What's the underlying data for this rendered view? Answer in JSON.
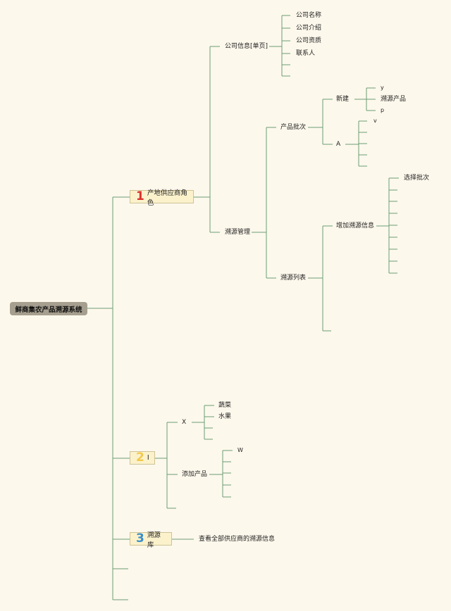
{
  "root": "鲜商集农产品溯源系统",
  "branches": [
    {
      "number": "1",
      "number_color": "#d9322f",
      "label": "产地供应商角色",
      "children": {
        "company_info": {
          "label": "公司信息[单页]",
          "items": [
            "公司名称",
            "公司介绍",
            "公司资质",
            "联系人"
          ]
        },
        "trace_mgmt": {
          "label": "溯源管理",
          "batch": {
            "label": "产品批次",
            "new": {
              "label": "新建",
              "items": [
                "y",
                "溯源产品",
                "p"
              ]
            },
            "a": {
              "label": "A",
              "items": [
                "v"
              ]
            }
          },
          "trace_list": {
            "label": "溯源列表",
            "add_info": {
              "label": "增加溯源信息",
              "items": [
                "选择批次"
              ]
            }
          }
        }
      }
    },
    {
      "number": "2",
      "number_color": "#f2c94c",
      "label": "I",
      "children": {
        "x": {
          "label": "X",
          "items": [
            "蔬菜",
            "水果"
          ]
        },
        "add_product": {
          "label": "添加产品",
          "items": [
            "W"
          ]
        }
      }
    },
    {
      "number": "3",
      "number_color": "#3a8fc8",
      "label": "溯源库",
      "note": "查看全部供应商的溯源信息"
    }
  ],
  "colors": {
    "background": "#fdf8ec",
    "connector": "#6a9e73",
    "root_fill": "#a69f8f",
    "branch_fill": "#fbf2cc"
  }
}
